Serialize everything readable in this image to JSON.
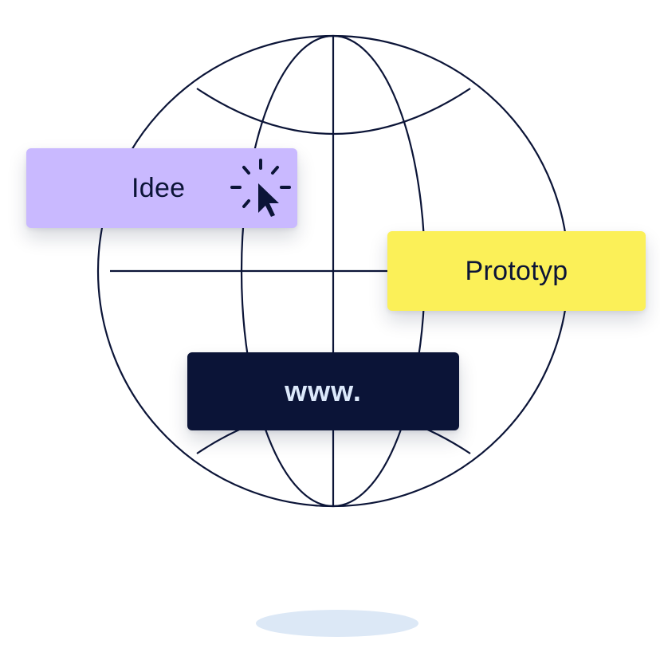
{
  "colors": {
    "globe_stroke": "#0b1437",
    "idee_bg": "#c9b9ff",
    "proto_bg": "#fbf058",
    "www_bg": "#0b1437",
    "dark_text": "#0b1437",
    "www_text": "#dce9fb",
    "shadow": "#dce8f6"
  },
  "cards": {
    "idee": {
      "label": "Idee",
      "icon": "click-cursor-icon"
    },
    "prototyp": {
      "label": "Prototyp"
    },
    "www": {
      "label": "www."
    }
  },
  "icons": {
    "globe": "globe-icon",
    "cursor": "click-cursor-icon"
  }
}
